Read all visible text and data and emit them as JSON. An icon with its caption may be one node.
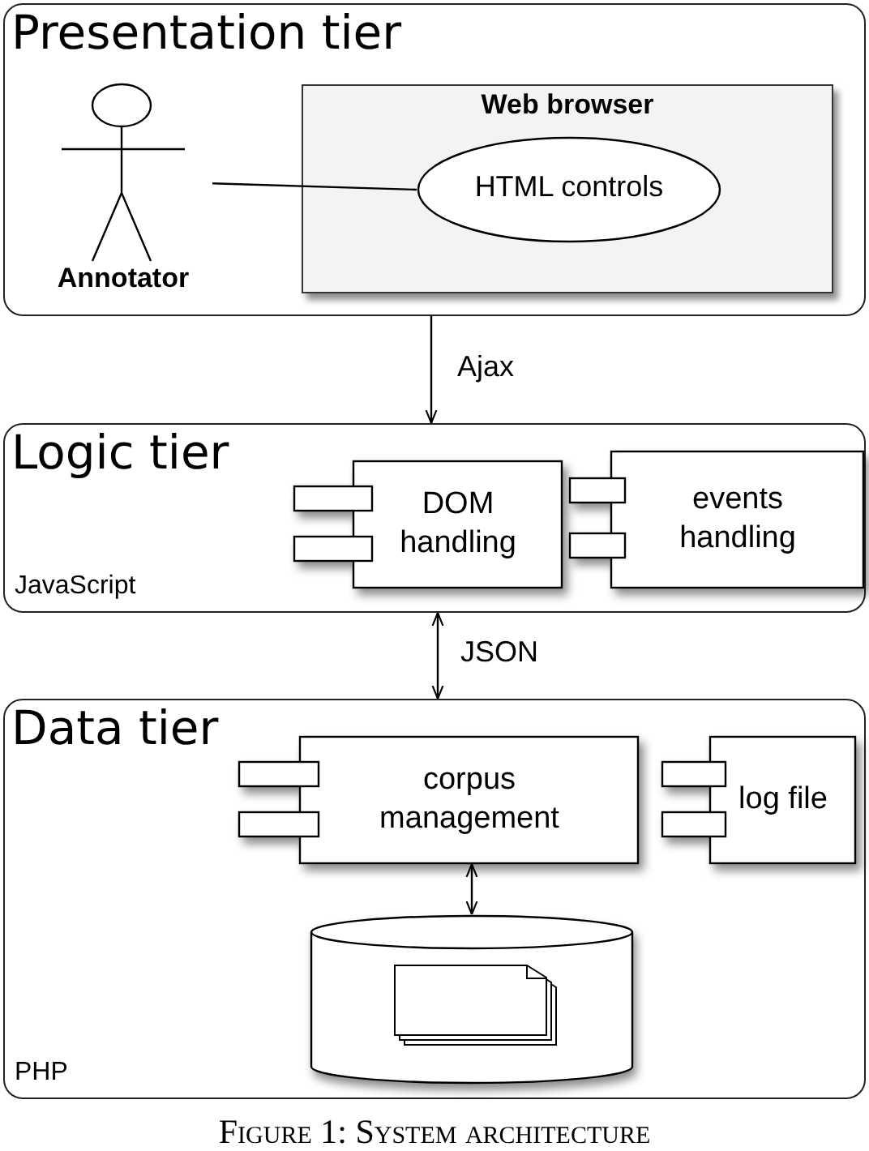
{
  "diagram": {
    "caption": "Figure 1: System architecture",
    "nodes": [
      {
        "text": [
          "Presentation tier"
        ]
      },
      {
        "text": [
          "Annotator"
        ],
        "in": 0
      },
      {
        "text": [
          "Web browser"
        ],
        "in": 0
      },
      {
        "text": [
          "HTML controls"
        ],
        "in": 2
      },
      {
        "text": [
          "Logic tier",
          "JavaScript"
        ]
      },
      {
        "text": [
          "DOM handling"
        ],
        "in": 4
      },
      {
        "text": [
          "events handling"
        ],
        "in": 4
      },
      {
        "text": [
          "Data tier",
          "PHP"
        ]
      },
      {
        "text": [
          "corpus management"
        ],
        "in": 7
      },
      {
        "text": [
          "log file"
        ],
        "in": 7
      },
      {
        "text": [],
        "shape": "cylinder",
        "in": 7
      },
      {
        "text": [],
        "shape": "box",
        "in": 10
      }
    ],
    "edges": [
      {
        "from": 1,
        "to": 3,
        "arrow": "none"
      },
      {
        "from": 0,
        "to": 4,
        "arrow": "to",
        "label": "Ajax"
      },
      {
        "from": 4,
        "to": 7,
        "arrow": "both",
        "label": "JSON"
      },
      {
        "from": 8,
        "to": 10,
        "arrow": "both"
      }
    ]
  }
}
